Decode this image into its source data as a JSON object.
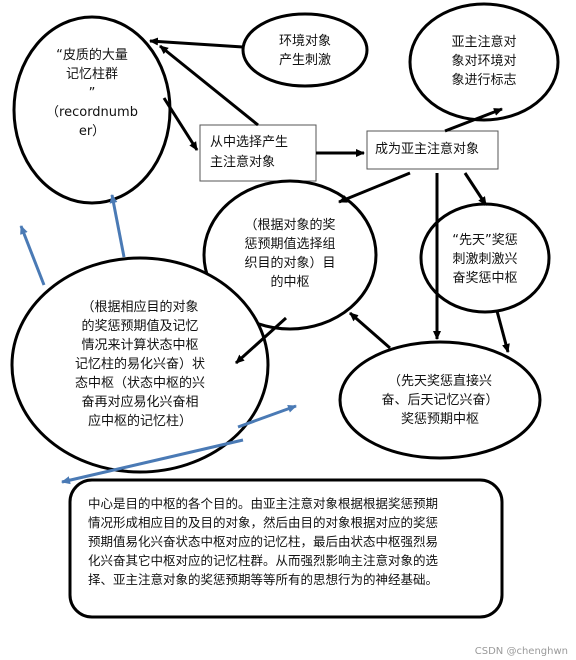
{
  "nodes": {
    "memory_groups": "“皮质的大量\n记忆柱群\n”\n（recordnumb\ner）",
    "env_stimulus": "环境对象\n产生刺激",
    "choose_main": "从中选择产生\n主注意对象",
    "become_sub": "成为亚主注意对象",
    "sub_mark": "亚主注意对\n象对环境对\n象进行标志",
    "goal_center": "（根据对象的奖\n惩预期值选择组\n织目的对象）目\n的中枢",
    "innate_center": "“先天”奖惩\n刺激刺激兴\n奋奖惩中枢",
    "expect_center": "（先天奖惩直接兴\n奋、后天记忆兴奋）\n奖惩预期中枢",
    "state_center": "（根据相应目的对象\n的奖惩预期值及记忆\n情况来计算状态中枢\n记忆柱的易化兴奋）状\n态中枢（状态中枢的兴\n奋再对应易化兴奋相\n应中枢的记忆柱）"
  },
  "summary": "中心是目的中枢的各个目的。由亚主注意对象根据根据奖惩预期\n情况形成相应目的及目的对象，然后由目的对象根据对应的奖惩\n预期值易化兴奋状态中枢对应的记忆柱，最后由状态中枢强烈易\n化兴奋其它中枢对应的记忆柱群。从而强烈影响主注意对象的选\n择、亚主注意对象的奖惩预期等等所有的思想行为的神经基础。",
  "watermark": "CSDN @chenghwn",
  "colors": {
    "black": "#000000",
    "blue": "#4a7ab5"
  }
}
